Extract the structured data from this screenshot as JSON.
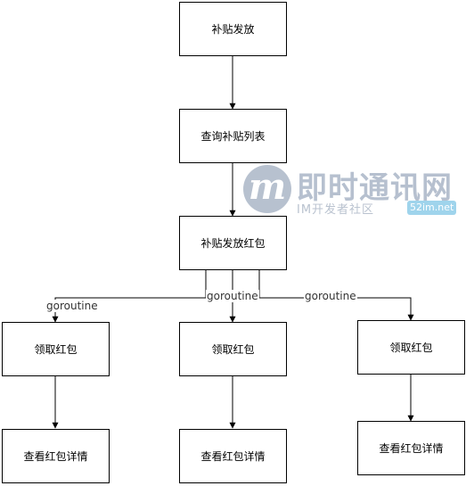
{
  "nodes": {
    "subsidy_issue": "补贴发放",
    "query_subsidy_list": "查询补贴列表",
    "subsidy_issue_red_packet": "补贴发放红包",
    "receive_red_packet_1": "领取红包",
    "receive_red_packet_2": "领取红包",
    "receive_red_packet_3": "领取红包",
    "view_red_packet_detail_1": "查看红包详情",
    "view_red_packet_detail_2": "查看红包详情",
    "view_red_packet_detail_3": "查看红包详情"
  },
  "edges": {
    "label_left": "goroutine",
    "label_middle": "goroutine",
    "label_right": "goroutine"
  },
  "watermark": {
    "logo_letter": "m",
    "title": "即时通讯网",
    "subtitle": "IM开发者社区",
    "badge": "52im.net"
  }
}
